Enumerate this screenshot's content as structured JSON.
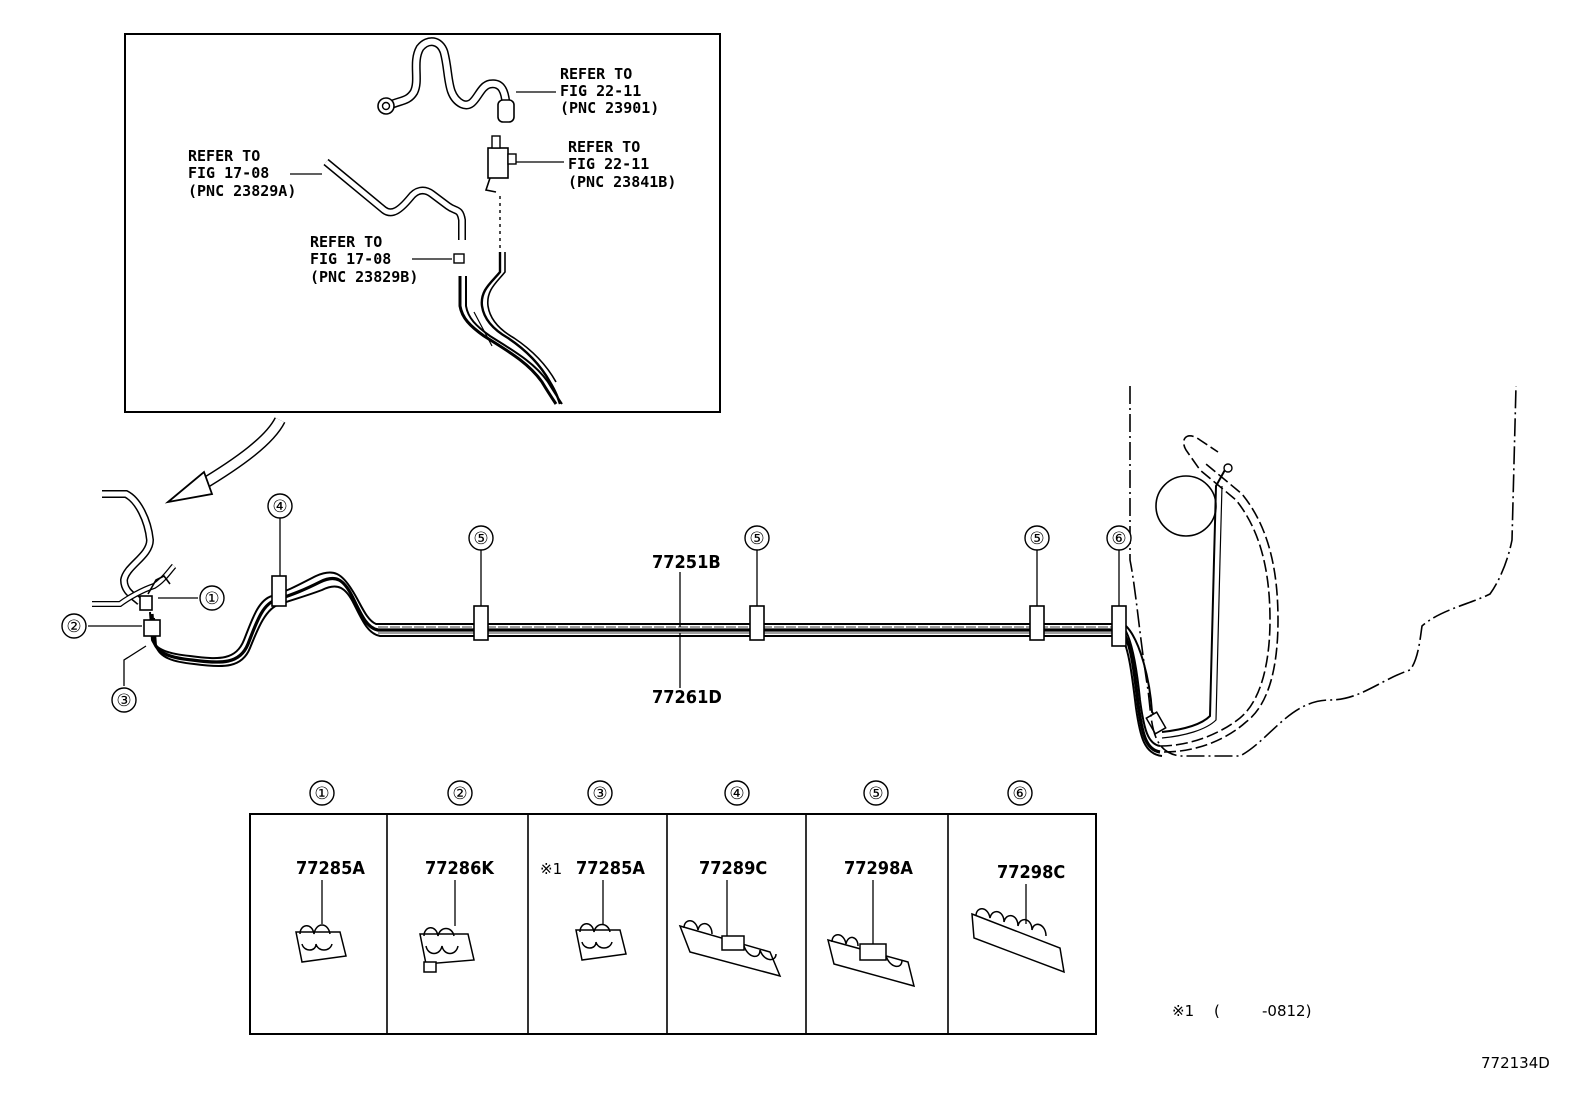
{
  "inset": {
    "refs": [
      {
        "line1": "REFER TO",
        "line2": "FIG 22-11",
        "line3": "(PNC 23901)"
      },
      {
        "line1": "REFER TO",
        "line2": "FIG 22-11",
        "line3": "(PNC 23841B)"
      },
      {
        "line1": "REFER TO",
        "line2": "FIG 17-08",
        "line3": "(PNC 23829A)"
      },
      {
        "line1": "REFER TO",
        "line2": "FIG 17-08",
        "line3": "(PNC 23829B)"
      }
    ]
  },
  "main": {
    "upper_tube": "77251B",
    "lower_tube": "77261D"
  },
  "callouts": [
    "①",
    "②",
    "③",
    "④",
    "⑤",
    "⑥"
  ],
  "table": {
    "cells": [
      {
        "num": "①",
        "pn": "77285A",
        "prefix": ""
      },
      {
        "num": "②",
        "pn": "77286K",
        "prefix": ""
      },
      {
        "num": "③",
        "pn": "77285A",
        "prefix": "※1"
      },
      {
        "num": "④",
        "pn": "77289C",
        "prefix": ""
      },
      {
        "num": "⑤",
        "pn": "77298A",
        "prefix": ""
      },
      {
        "num": "⑥",
        "pn": "77298C",
        "prefix": ""
      }
    ]
  },
  "footnote": {
    "mark": "※1",
    "open": "(",
    "range": "-0812)"
  },
  "figure_id": "772134D"
}
